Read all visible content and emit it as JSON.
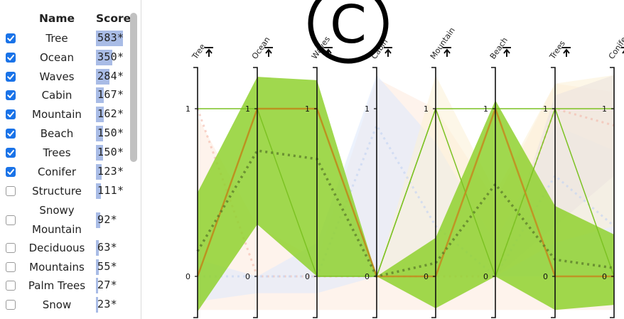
{
  "header": {
    "name_label": "Name",
    "score_label": "Score"
  },
  "items": [
    {
      "label": "Tree",
      "score": "583*",
      "value": 583,
      "checked": true
    },
    {
      "label": "Ocean",
      "score": "350*",
      "value": 350,
      "checked": true
    },
    {
      "label": "Waves",
      "score": "284*",
      "value": 284,
      "checked": true
    },
    {
      "label": "Cabin",
      "score": "167*",
      "value": 167,
      "checked": true
    },
    {
      "label": "Mountain",
      "score": "162*",
      "value": 162,
      "checked": true
    },
    {
      "label": "Beach",
      "score": "150*",
      "value": 150,
      "checked": true
    },
    {
      "label": "Trees",
      "score": "150*",
      "value": 150,
      "checked": true
    },
    {
      "label": "Conifer",
      "score": "123*",
      "value": 123,
      "checked": true
    },
    {
      "label": "Structure",
      "score": "111*",
      "value": 111,
      "checked": false
    },
    {
      "label": "Snowy Mountain",
      "score": "92*",
      "value": 92,
      "checked": false
    },
    {
      "label": "Deciduous",
      "score": "63*",
      "value": 63,
      "checked": false
    },
    {
      "label": "Mountains",
      "score": "55*",
      "value": 55,
      "checked": false
    },
    {
      "label": "Palm Trees",
      "score": "27*",
      "value": 27,
      "checked": false
    },
    {
      "label": "Snow",
      "score": "23*",
      "value": 23,
      "checked": false
    }
  ],
  "axes": [
    "Tree",
    "Ocean",
    "Waves",
    "Cabin",
    "Mountain",
    "Beach",
    "Trees",
    "Conifer"
  ],
  "tick_one": "1",
  "tick_zero": "0",
  "watermark": "©",
  "colors": {
    "accent": "#1a73e8",
    "score_bar": "#a9bce6",
    "band_main": "#8fd12f",
    "line_main": "#c48a1e",
    "mean_line": "#5a7a2a",
    "band_blue": "#dfe9fb",
    "band_peach": "#fde4d4",
    "band_cream": "#fbf0d6",
    "band_grey": "#ece6e0"
  }
}
